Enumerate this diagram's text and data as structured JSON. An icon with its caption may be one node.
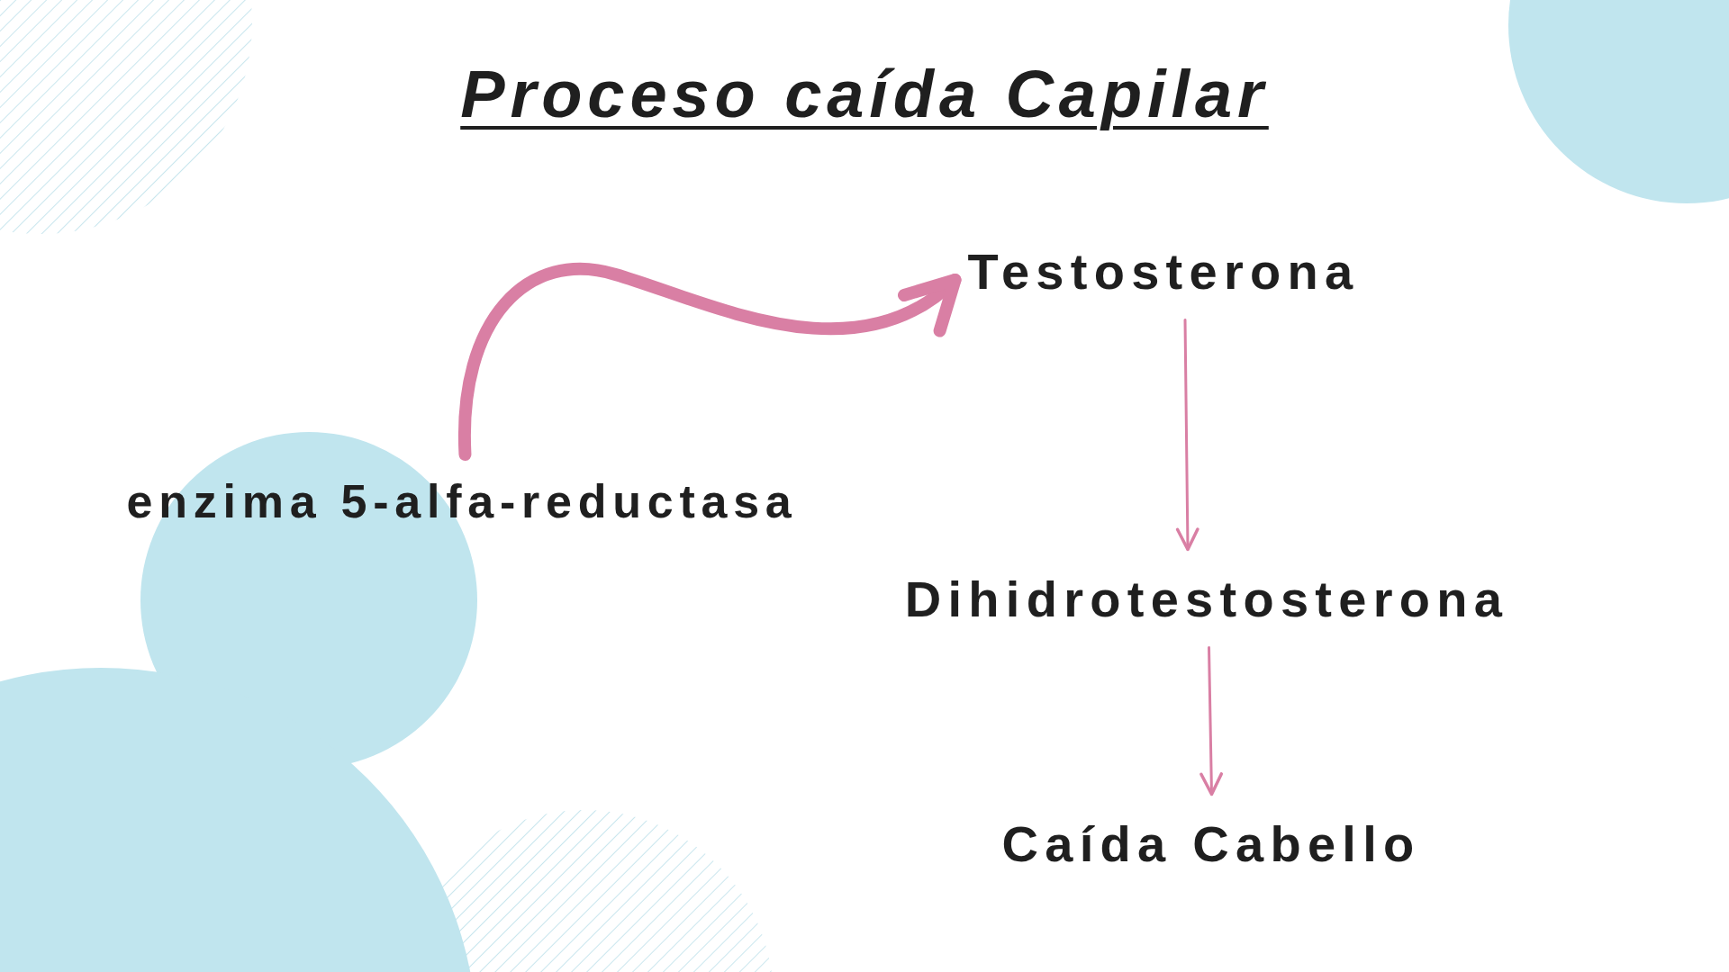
{
  "diagram": {
    "title": "Proceso caída Capilar",
    "nodes": [
      {
        "text": [
          "Testosterona"
        ]
      },
      {
        "text": [
          "enzima 5-alfa-reductasa"
        ]
      },
      {
        "text": [
          "Dihidrotestosterona"
        ]
      },
      {
        "text": [
          "Caída Cabello"
        ]
      }
    ],
    "edges": [
      {
        "from": 1,
        "to": 0,
        "arrow": "to",
        "style": "thick"
      },
      {
        "from": 0,
        "to": 2,
        "arrow": "to"
      },
      {
        "from": 2,
        "to": 3,
        "arrow": "to"
      }
    ]
  }
}
